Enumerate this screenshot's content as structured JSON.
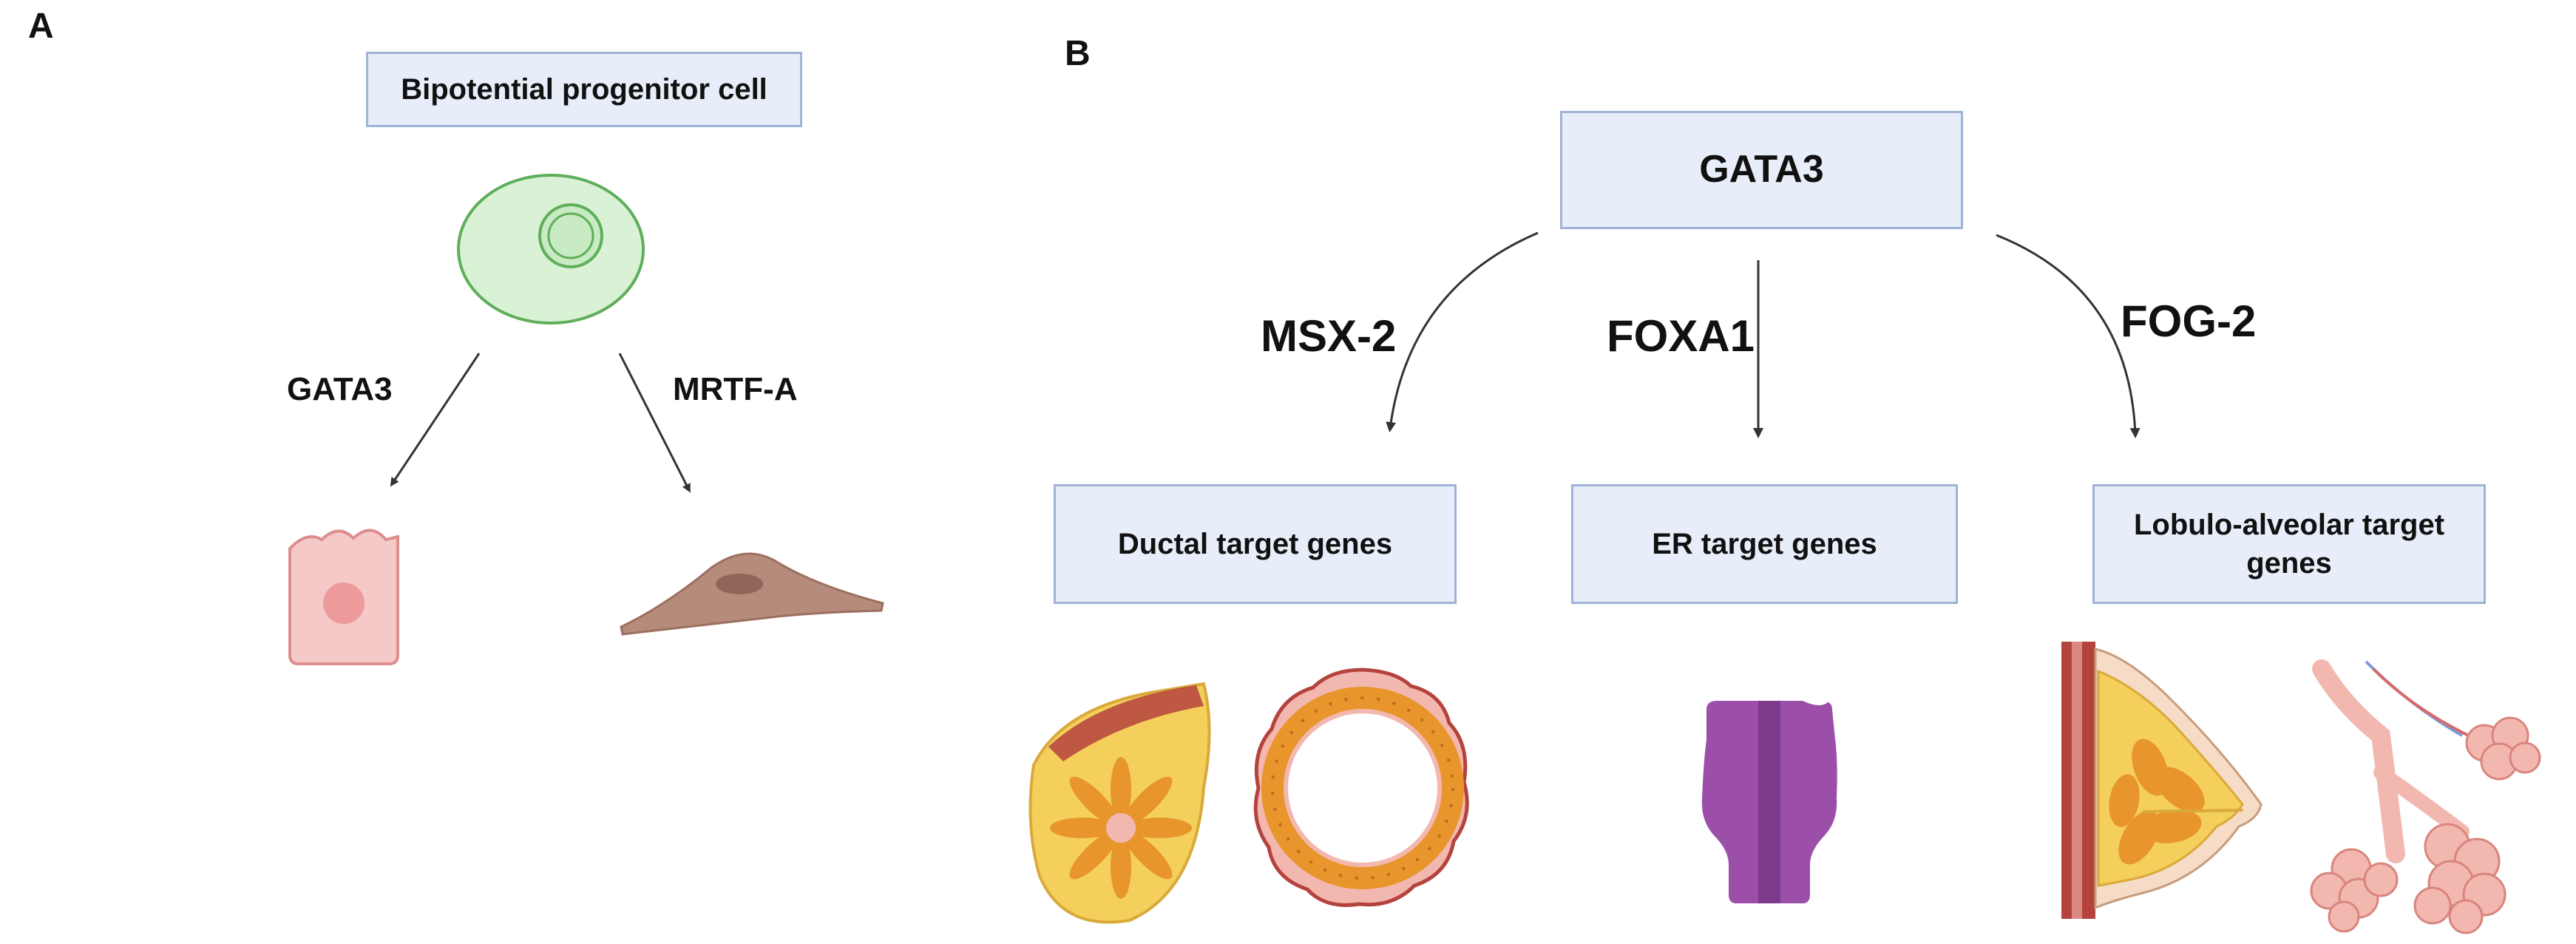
{
  "panel_a": {
    "label": "A",
    "progenitor_box": "Bipotential progenitor cell",
    "left_branch_label": "GATA3",
    "right_branch_label": "MRTF-A"
  },
  "panel_b": {
    "label": "B",
    "root_box": "GATA3",
    "branch_labels": {
      "left": "MSX-2",
      "middle": "FOXA1",
      "right": "FOG-2"
    },
    "target_boxes": {
      "ductal": "Ductal target genes",
      "er": "ER target genes",
      "lobulo_alveolar": "Lobulo-alveolar target genes"
    }
  },
  "colors": {
    "box_fill": "#e8eef9",
    "box_border": "#9fb3d6",
    "arrow": "#333333",
    "progenitor_cell": "#d9f2d6",
    "luminal_cell": "#f6c9c9",
    "myoepithelial_cell": "#b58b7c",
    "receptor": "#9b4fa8",
    "tissue_yellow": "#f4cf5c",
    "tissue_orange": "#e8952c",
    "tissue_pink": "#f2b8b0",
    "tissue_red": "#b5433d"
  }
}
